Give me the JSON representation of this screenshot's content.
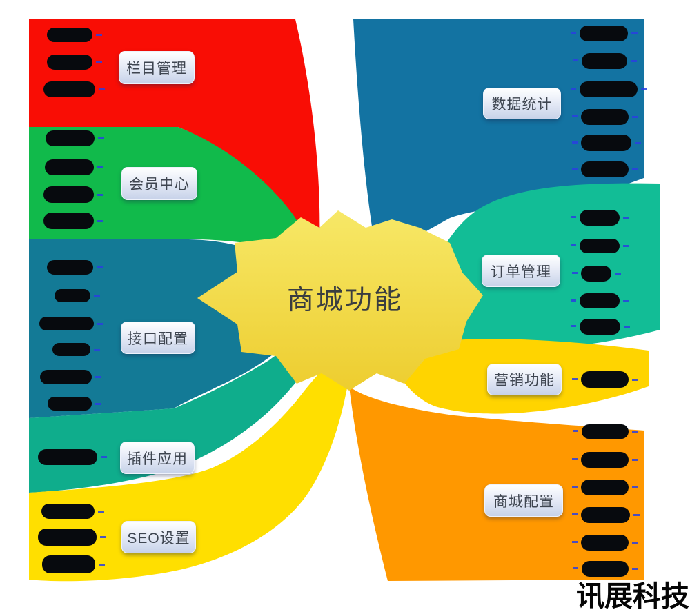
{
  "diagram": {
    "center": {
      "label": "商城功能",
      "fill_color": "#F2D840",
      "text_color": "#3A3D40"
    },
    "branches": [
      {
        "id": "column-management",
        "label": "栏目管理",
        "color": "#F90D05",
        "side": "left",
        "leaf_count": 3
      },
      {
        "id": "member-center",
        "label": "会员中心",
        "color": "#11BA4B",
        "side": "left",
        "leaf_count": 4
      },
      {
        "id": "api-config",
        "label": "接口配置",
        "color": "#137A96",
        "side": "left",
        "leaf_count": 6
      },
      {
        "id": "plugin-apps",
        "label": "插件应用",
        "color": "#0FAD8C",
        "side": "left",
        "leaf_count": 1
      },
      {
        "id": "seo-settings",
        "label": "SEO设置",
        "color": "#FFDF00",
        "side": "left",
        "leaf_count": 3
      },
      {
        "id": "data-statistics",
        "label": "数据统计",
        "color": "#1373A2",
        "side": "right",
        "leaf_count": 6
      },
      {
        "id": "order-management",
        "label": "订单管理",
        "color": "#12BD96",
        "side": "right",
        "leaf_count": 5
      },
      {
        "id": "marketing",
        "label": "营销功能",
        "color": "#FFD400",
        "side": "right",
        "leaf_count": 1
      },
      {
        "id": "mall-config",
        "label": "商城配置",
        "color": "#FF9800",
        "side": "right",
        "leaf_count": 6
      }
    ],
    "watermark": "讯展科技"
  }
}
